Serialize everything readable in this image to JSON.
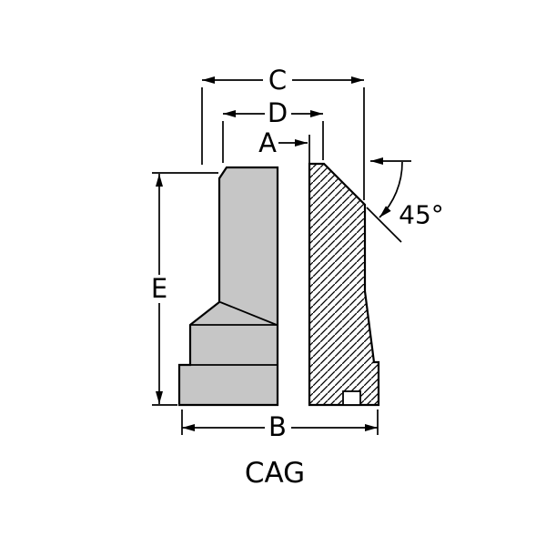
{
  "diagram": {
    "part_label": "CAG",
    "dimension_labels": {
      "c": "C",
      "d": "D",
      "a": "A",
      "e": "E",
      "b": "B",
      "chamfer_angle": "45°"
    },
    "colors": {
      "section_fill": "#c6c6c6",
      "line": "#000000",
      "background": "#ffffff"
    }
  }
}
